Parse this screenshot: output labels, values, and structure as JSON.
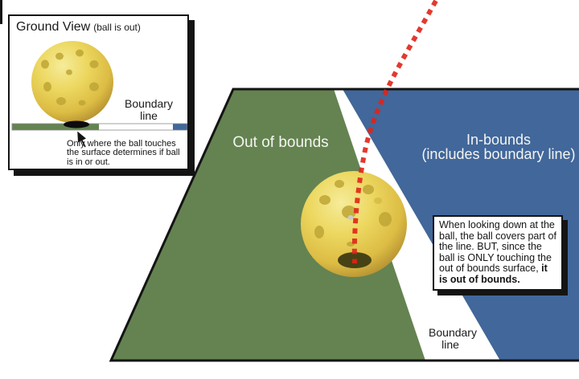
{
  "inset": {
    "title": "Ground View",
    "title_note": "(ball is out)",
    "boundary_line1": "Boundary",
    "boundary_line2": "line",
    "caption_lines": [
      "Only where the ball touches",
      "the surface determines if ball",
      "is in or out."
    ]
  },
  "main": {
    "out_of_bounds_label": "Out of bounds",
    "in_bounds_line1": "In-bounds",
    "in_bounds_line2": "(includes boundary line)",
    "boundary_line1": "Boundary",
    "boundary_line2": "line",
    "callout": {
      "text": "When looking down at the ball, the ball covers part of the line. BUT, since the ball is ONLY touching the out of bounds surface, ",
      "bold": "it is out of bounds."
    }
  },
  "colors": {
    "out_of_bounds_green": "#648351",
    "in_bounds_blue": "#41679b",
    "boundary_white": "#ffffff",
    "trajectory_red": "#e02318",
    "ball_yellow": "#e7d457",
    "outline_black": "#141414"
  }
}
